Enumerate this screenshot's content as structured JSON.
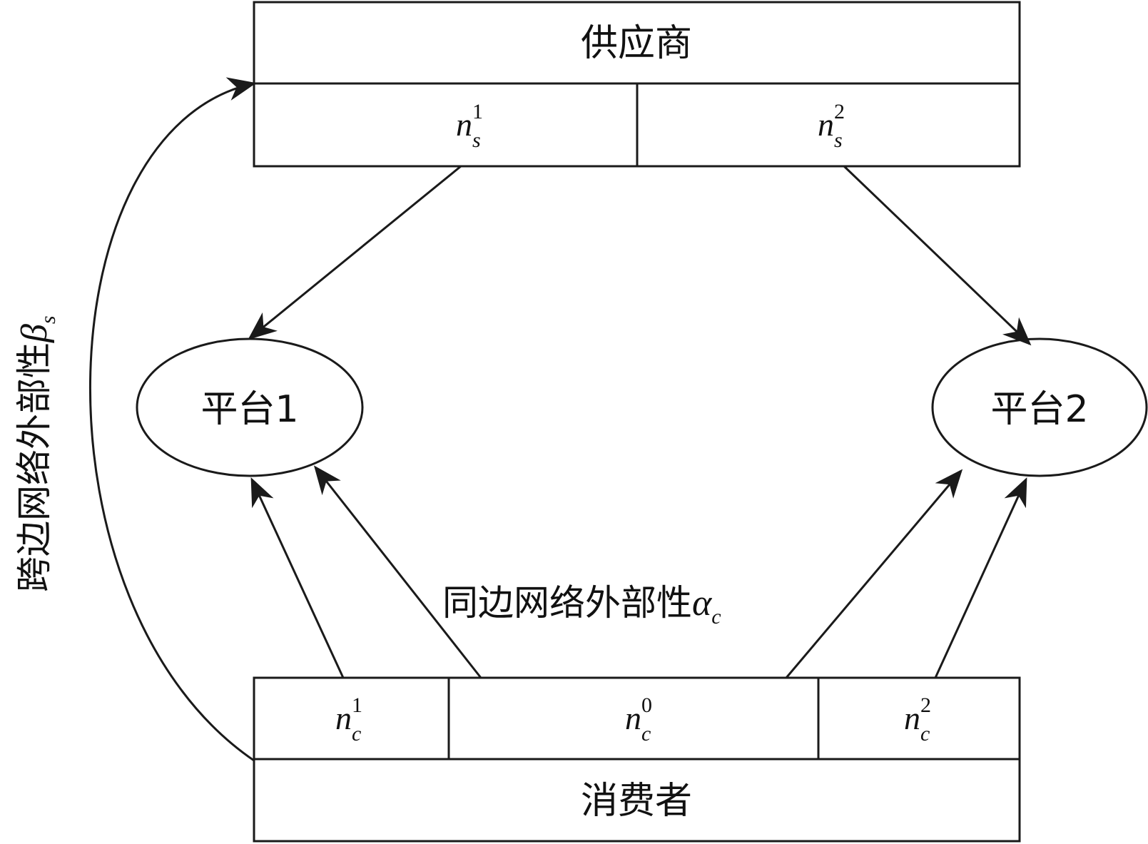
{
  "supplier": {
    "title": "供应商",
    "cells": [
      {
        "base": "n",
        "sup": "1",
        "sub": "s"
      },
      {
        "base": "n",
        "sup": "2",
        "sub": "s"
      }
    ]
  },
  "platforms": [
    {
      "label": "平台1"
    },
    {
      "label": "平台2"
    }
  ],
  "consumer": {
    "title": "消费者",
    "cells": [
      {
        "base": "n",
        "sup": "1",
        "sub": "c"
      },
      {
        "base": "n",
        "sup": "0",
        "sub": "c"
      },
      {
        "base": "n",
        "sup": "2",
        "sub": "c"
      }
    ]
  },
  "labels": {
    "same_side": {
      "text": "同边网络外部性",
      "symbol": "α",
      "sub": "c"
    },
    "cross_side": {
      "text": "跨边网络外部性",
      "symbol": "β",
      "sub": "s"
    }
  }
}
